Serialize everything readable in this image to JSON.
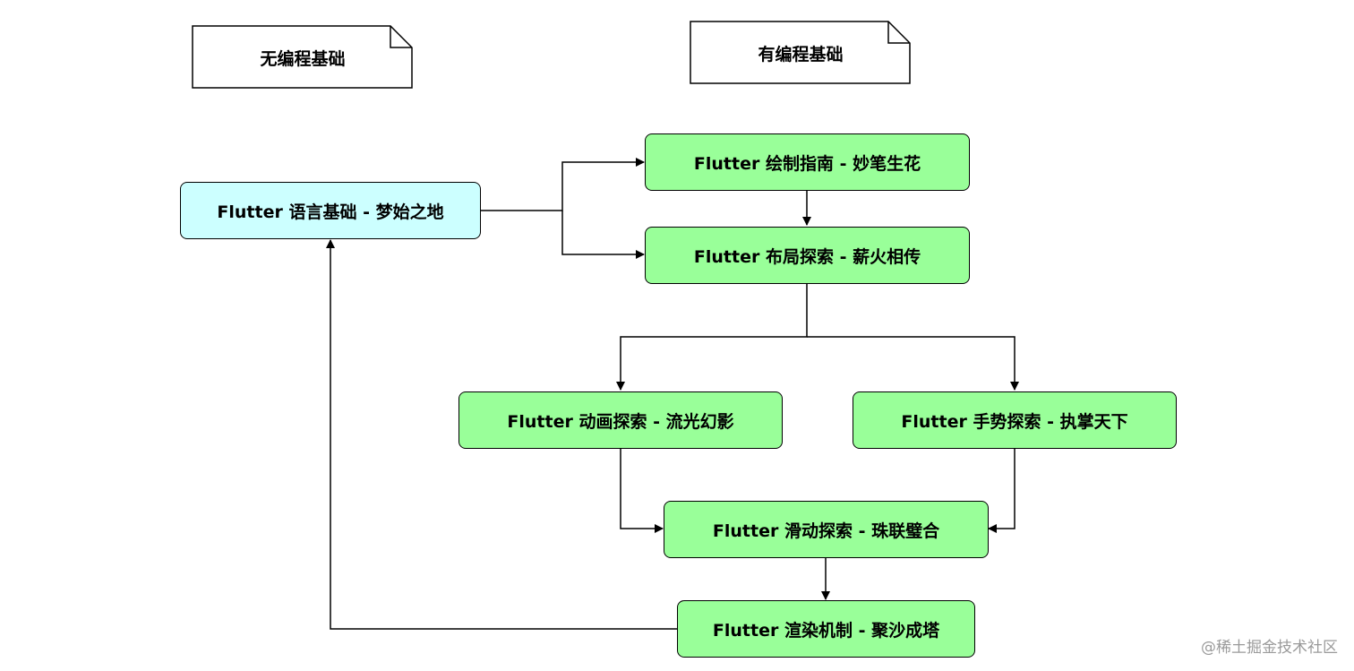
{
  "colors": {
    "start_fill": "#ccffff",
    "chapter_fill": "#99ff99",
    "stroke": "#000000",
    "watermark": "#9a9a9a"
  },
  "notes": {
    "no_background": "无编程基础",
    "has_background": "有编程基础"
  },
  "nodes": {
    "language": "Flutter 语言基础 - 梦始之地",
    "painting": "Flutter 绘制指南 - 妙笔生花",
    "layout": "Flutter 布局探索 - 薪火相传",
    "animation": "Flutter 动画探索 - 流光幻影",
    "gesture": "Flutter 手势探索 - 执掌天下",
    "scrolling": "Flutter 滑动探索 - 珠联璧合",
    "rendering": "Flutter 渲染机制 - 聚沙成塔"
  },
  "edges": [
    {
      "from": "language",
      "to": "painting"
    },
    {
      "from": "language",
      "to": "layout"
    },
    {
      "from": "painting",
      "to": "layout"
    },
    {
      "from": "layout",
      "to": "animation"
    },
    {
      "from": "layout",
      "to": "gesture"
    },
    {
      "from": "animation",
      "to": "scrolling"
    },
    {
      "from": "gesture",
      "to": "scrolling"
    },
    {
      "from": "scrolling",
      "to": "rendering"
    },
    {
      "from": "rendering",
      "to": "language"
    }
  ],
  "watermark": "@稀土掘金技术社区"
}
